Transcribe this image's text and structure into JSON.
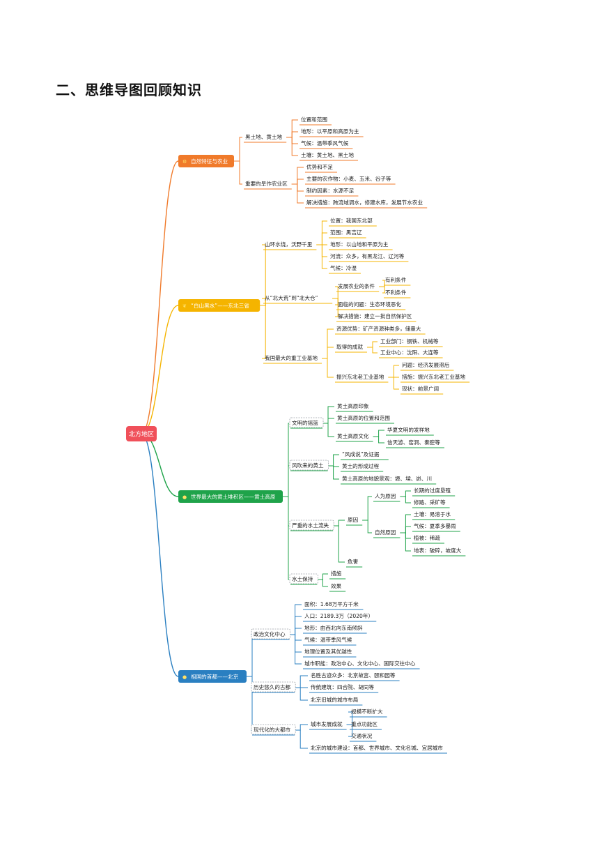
{
  "page": {
    "heading": "二、思维导图回顾知识"
  },
  "colors": {
    "root": "#f0505a",
    "b1": "#f07a2a",
    "b2": "#f5b400",
    "b3": "#1fa34a",
    "b4": "#2a7fc1"
  },
  "mindmap": {
    "root": "北方地区",
    "branches": [
      {
        "label": "自然特征与农业",
        "icon": "settings-icon",
        "children": [
          {
            "label": "黑土地、黄土地",
            "children": [
              {
                "label": "位置和范围"
              },
              {
                "label": "地形：以平原和高原为主"
              },
              {
                "label": "气候：温带季风气候"
              },
              {
                "label": "土壤：黄土地、黑土地"
              }
            ]
          },
          {
            "label": "重要的旱作农业区",
            "children": [
              {
                "label": "优势和不足"
              },
              {
                "label": "主要的农作物：小麦、玉米、谷子等"
              },
              {
                "label": "制约因素：水源不足"
              },
              {
                "label": "解决措施：跨流域调水，修建水库，发展节水农业"
              }
            ]
          }
        ]
      },
      {
        "label": "“白山黑水”——东北三省",
        "icon": "sprout-icon",
        "children": [
          {
            "label": "山环水绕，沃野千里",
            "children": [
              {
                "label": "位置：我国东北部"
              },
              {
                "label": "范围：黑吉辽"
              },
              {
                "label": "地形：以山地和平原为主"
              },
              {
                "label": "河流：众多，有黑龙江、辽河等"
              },
              {
                "label": "气候：冷湿"
              }
            ]
          },
          {
            "label": "从“北大荒”到“北大仓”",
            "children": [
              {
                "label": "发展农业的条件",
                "children": [
                  {
                    "label": "有利条件"
                  },
                  {
                    "label": "不利条件"
                  }
                ]
              },
              {
                "label": "面临的问题：生态环境恶化"
              },
              {
                "label": "解决措施：建立一批自然保护区"
              }
            ]
          },
          {
            "label": "我国最大的重工业基地",
            "children": [
              {
                "label": "资源优势：矿产资源种类多，储量大"
              },
              {
                "label": "取得的成就",
                "children": [
                  {
                    "label": "工业部门：钢铁、机械等"
                  },
                  {
                    "label": "工业中心：沈阳、大连等"
                  }
                ]
              },
              {
                "label": "振兴东北老工业基地",
                "children": [
                  {
                    "label": "问题：经济发展滞后"
                  },
                  {
                    "label": "措施：振兴东北老工业基地"
                  },
                  {
                    "label": "现状：前景广阔"
                  }
                ]
              }
            ]
          }
        ]
      },
      {
        "label": "世界最大的黄土堆积区——黄土高原",
        "icon": "dot-icon",
        "children": [
          {
            "label": "文明的摇篮",
            "children": [
              {
                "label": "黄土高原印象"
              },
              {
                "label": "黄土高原的位置和范围"
              },
              {
                "label": "黄土高原文化",
                "children": [
                  {
                    "label": "华夏文明的发祥地"
                  },
                  {
                    "label": "信天游、窑洞、秦腔等"
                  }
                ]
              }
            ]
          },
          {
            "label": "风吹来的黄土",
            "children": [
              {
                "label": "“风成说”及证据"
              },
              {
                "label": "黄土的形成过程"
              },
              {
                "label": "黄土高原的地貌景观：塬、墚、峁、川"
              }
            ]
          },
          {
            "label": "严重的水土流失",
            "children": [
              {
                "label": "原因",
                "children": [
                  {
                    "label": "人为原因",
                    "children": [
                      {
                        "label": "长期的过度垦殖"
                      },
                      {
                        "label": "修路、采矿等"
                      }
                    ]
                  },
                  {
                    "label": "自然原因",
                    "children": [
                      {
                        "label": "土壤：易溶于水"
                      },
                      {
                        "label": "气候：夏季多暴雨"
                      },
                      {
                        "label": "植被：稀疏"
                      },
                      {
                        "label": "地表：破碎，坡度大"
                      }
                    ]
                  }
                ]
              },
              {
                "label": "危害"
              }
            ]
          },
          {
            "label": "水土保持",
            "children": [
              {
                "label": "措施"
              },
              {
                "label": "效果"
              }
            ]
          }
        ]
      },
      {
        "label": "祖国的首都——北京",
        "icon": "dot-icon",
        "children": [
          {
            "label": "政治文化中心",
            "children": [
              {
                "label": "面积：1.68万平方千米"
              },
              {
                "label": "人口：2189.3万（2020年）"
              },
              {
                "label": "地形：由西北向东南倾斜"
              },
              {
                "label": "气候：温带季风气候"
              },
              {
                "label": "地理位置及其优越性"
              },
              {
                "label": "城市职能：政治中心、文化中心、国际交往中心"
              }
            ]
          },
          {
            "label": "历史悠久的古都",
            "children": [
              {
                "label": "名胜古迹众多：北京故宫、颐和园等"
              },
              {
                "label": "传统建筑：四合院、胡同等"
              },
              {
                "label": "北京旧城的城市布局"
              }
            ]
          },
          {
            "label": "现代化的大都市",
            "children": [
              {
                "label": "城市发展成就",
                "children": [
                  {
                    "label": "规模不断扩大"
                  },
                  {
                    "label": "重点功能区"
                  },
                  {
                    "label": "交通状况"
                  }
                ]
              },
              {
                "label": "北京的城市建设：首都、世界城市、文化名城、宜居城市"
              }
            ]
          }
        ]
      }
    ]
  }
}
